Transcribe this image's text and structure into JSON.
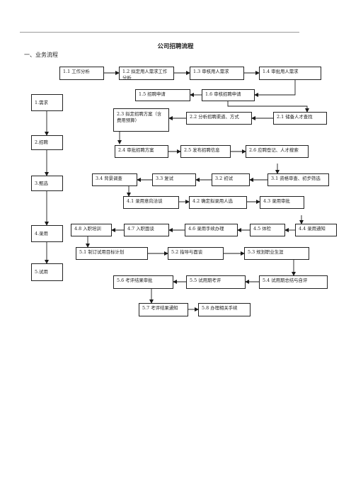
{
  "header": {
    "title": "公司招聘流程",
    "section": "一、业务流程"
  },
  "stages": [
    "1.需求",
    "2.招聘",
    "3.甄选",
    "4.录用",
    "5.试用"
  ],
  "steps": {
    "s11": "1.1 工作分析",
    "s12": "1.2 拟定用人需求工作分析",
    "s13": "1.3 审核用人需求",
    "s14": "1.4 审批用人需求",
    "s15": "1.5 招聘申请",
    "s16": "1.6 审核招聘申请",
    "s23": "2.3 拟定招聘方案（含费用预算）",
    "s22": "2.2 分析招聘渠道、方式",
    "s21": "2.1 储备人才查找",
    "s24": "2.4 审批招聘方案",
    "s25": "2.5 发布招聘信息",
    "s26": "2.6 应聘登记、人才搜索",
    "s34": "3.4 背景调查",
    "s33": "3.3 复试",
    "s32": "3.2 初试",
    "s31": "3.1 资格审查、初步筛选",
    "s41": "4.1 录用意向洽谈",
    "s42": "4.2 确定拟录用人选",
    "s43": "4.3 录用审批",
    "s48": "4.8 入职培训",
    "s47": "4.7 入职面谈",
    "s46": "4.6 录用手续办理",
    "s45": "4.5 体检",
    "s44": "4.4 录用通知",
    "s51": "5.1 制订试用目标计划",
    "s52": "5.2 指导与面谈",
    "s53": "5.3 规划职业生涯",
    "s56": "5.6 考评结果审批",
    "s55": "5.5 试用期考评",
    "s54": "5.4 试用期总结与自评",
    "s57": "5.7 考评结果通知",
    "s58": "5.8 办理相关手续"
  },
  "colors": {
    "line": "#1a1a1a",
    "rule": "#9a9a9a"
  }
}
